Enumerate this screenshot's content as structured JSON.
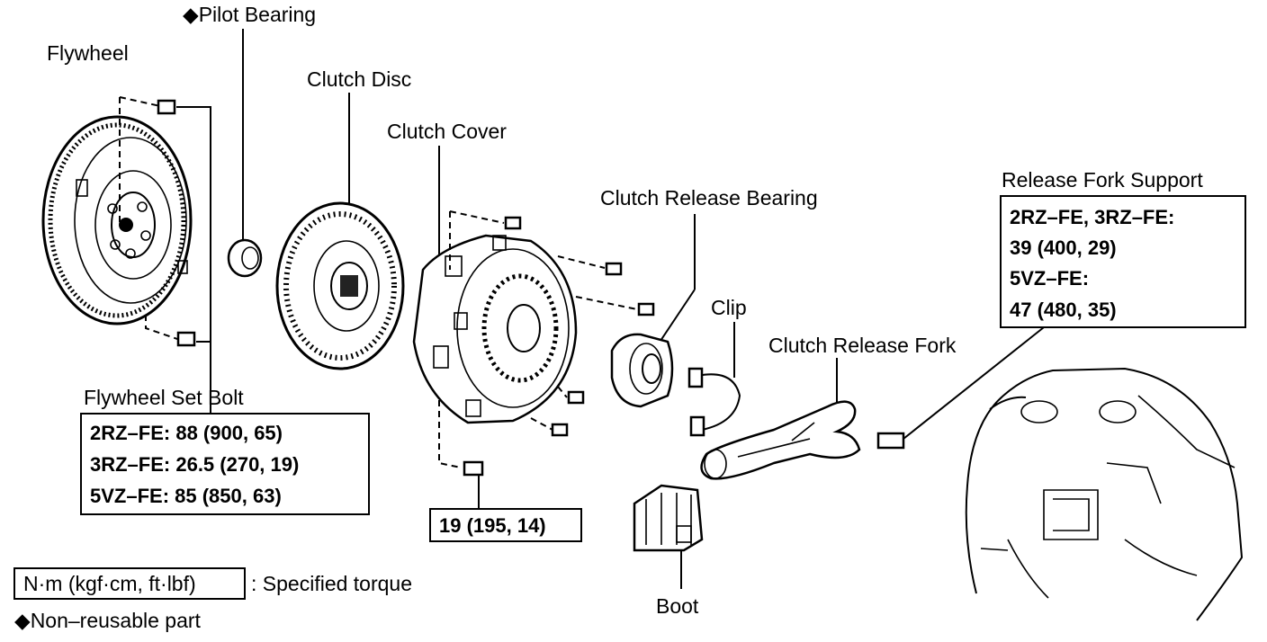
{
  "labels": {
    "pilot_bearing": "◆Pilot Bearing",
    "flywheel": "Flywheel",
    "clutch_disc": "Clutch Disc",
    "clutch_cover": "Clutch Cover",
    "clutch_release_bearing": "Clutch Release Bearing",
    "release_fork_support": "Release Fork Support",
    "clip": "Clip",
    "clutch_release_fork": "Clutch Release Fork",
    "flywheel_set_bolt": "Flywheel Set Bolt",
    "boot": "Boot"
  },
  "torque_boxes": {
    "flywheel_set_bolt": [
      "2RZ–FE: 88 (900, 65)",
      "3RZ–FE: 26.5 (270, 19)",
      "5VZ–FE: 85 (850, 63)"
    ],
    "release_fork_support": [
      "2RZ–FE, 3RZ–FE:",
      "39 (400, 29)",
      "5VZ–FE:",
      "47 (480, 35)"
    ],
    "clutch_cover_bolt": "19 (195, 14)"
  },
  "legend": {
    "unit_box": "N·m (kgf·cm, ft·lbf)",
    "unit_text": ": Specified torque",
    "non_reusable": "◆Non–reusable part"
  }
}
